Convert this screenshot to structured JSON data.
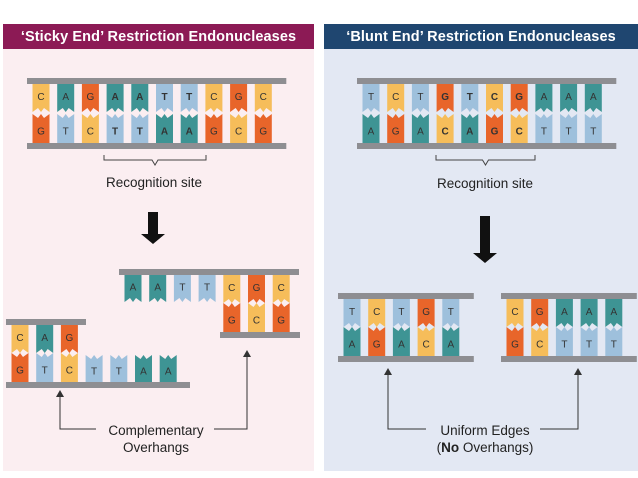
{
  "sticky": {
    "title": "‘Sticky End’ Restriction Endonucleases",
    "top_strand": [
      "C",
      "A",
      "G",
      "A",
      "A",
      "T",
      "T",
      "C",
      "G",
      "C"
    ],
    "bottom_strand": [
      "G",
      "T",
      "C",
      "T",
      "T",
      "A",
      "A",
      "G",
      "C",
      "G"
    ],
    "recognition_label": "Recognition site",
    "left_fragment": {
      "top": [
        "C",
        "A",
        "G"
      ],
      "bottom": [
        "G",
        "T",
        "C",
        "T",
        "T",
        "A",
        "A"
      ]
    },
    "right_fragment": {
      "top": [
        "A",
        "A",
        "T",
        "T",
        "C",
        "G",
        "C"
      ],
      "bottom": [
        "G",
        "C",
        "G"
      ]
    },
    "overhang_label_line1": "Complementary",
    "overhang_label_line2": "Overhangs"
  },
  "blunt": {
    "title": "‘Blunt End’ Restriction Endonucleases",
    "top_strand": [
      "T",
      "C",
      "T",
      "G",
      "T",
      "C",
      "G",
      "A",
      "A",
      "A"
    ],
    "bottom_strand": [
      "A",
      "G",
      "A",
      "C",
      "A",
      "G",
      "C",
      "T",
      "T",
      "T"
    ],
    "recognition_label": "Recognition site",
    "left_fragment": {
      "top": [
        "T",
        "C",
        "T",
        "G",
        "T"
      ],
      "bottom": [
        "A",
        "G",
        "A",
        "C",
        "A"
      ]
    },
    "right_fragment": {
      "top": [
        "C",
        "G",
        "A",
        "A",
        "A"
      ],
      "bottom": [
        "G",
        "C",
        "T",
        "T",
        "T"
      ]
    },
    "edges_label_line1": "Uniform Edges",
    "edges_label_no": "No",
    "edges_label_rest": " Overhangs)",
    "edges_label_open": "("
  },
  "colors": {
    "sticky_panel_bg": "#fbeef1",
    "blunt_panel_bg": "#e3e8f3",
    "sticky_header": "#8c1a55",
    "blunt_header": "#1f4670",
    "backbone": "#8e8e92",
    "A": "#3e9494",
    "T": "#9ec0dc",
    "G": "#e8652a",
    "C": "#f6bd5a",
    "text_on_dark": "#ffffff",
    "text_on_light": "#333333"
  }
}
